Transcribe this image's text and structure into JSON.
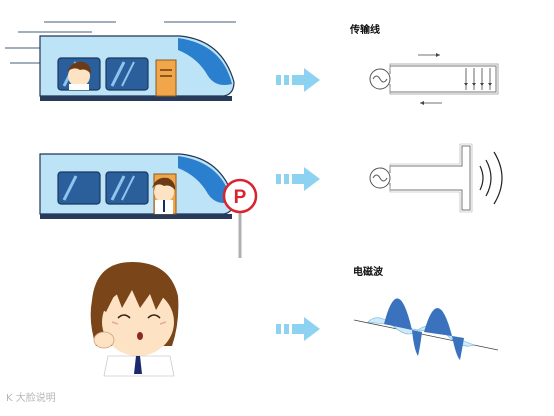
{
  "labels": {
    "transmission_line": "传输线",
    "electromagnetic_wave": "电磁波"
  },
  "watermark": {
    "mark": "K",
    "text": "大脸说明"
  },
  "sign": {
    "letter": "P"
  },
  "colors": {
    "train_body": "#bde3f6",
    "train_nose": "#2a7fcf",
    "train_base": "#273a5c",
    "window": "#2b5f9c",
    "door": "#f2a64b",
    "arrow": "#8ed2f2",
    "wave": "#3a72be",
    "wave_light": "#cfeaf9",
    "sign_red": "#d9232d"
  }
}
